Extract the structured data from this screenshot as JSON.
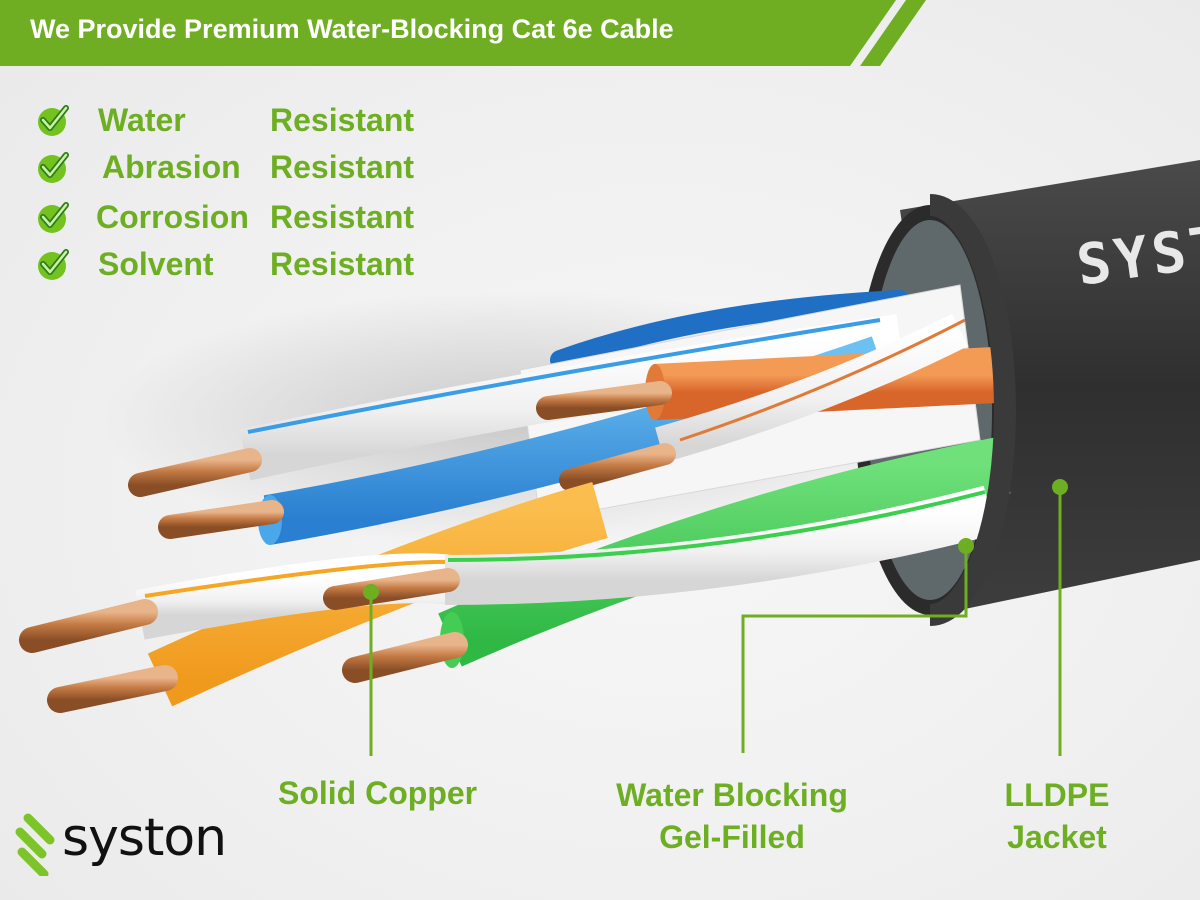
{
  "banner": {
    "title": "We Provide Premium Water-Blocking Cat 6e Cable",
    "color": "#6fae23"
  },
  "features": [
    {
      "name": "Water",
      "suffix": "Resistant",
      "icon": "check-circle-icon"
    },
    {
      "name": "Abrasion",
      "suffix": "Resistant",
      "icon": "check-circle-icon"
    },
    {
      "name": "Corrosion",
      "suffix": "Resistant",
      "icon": "check-circle-icon"
    },
    {
      "name": "Solvent",
      "suffix": "Resistant",
      "icon": "check-circle-icon"
    }
  ],
  "cable": {
    "jacket_print": "SYST",
    "wire_colors": [
      "#3a9de6",
      "#f08a35",
      "#f5a623",
      "#3ccf4e",
      "#ffffff"
    ],
    "jacket_color": "#3a3a3a",
    "copper_color": "#c9834f"
  },
  "callouts": [
    {
      "id": "solid-copper",
      "lines": [
        "Solid Copper"
      ]
    },
    {
      "id": "water-blocking",
      "lines": [
        "Water Blocking",
        "Gel-Filled"
      ]
    },
    {
      "id": "jacket",
      "lines": [
        "LLDPE",
        "Jacket"
      ]
    }
  ],
  "logo": {
    "text": "syston",
    "accent": "#7cc42a"
  },
  "colors": {
    "accent_green": "#6eae23",
    "background": "#f2f2f2"
  }
}
